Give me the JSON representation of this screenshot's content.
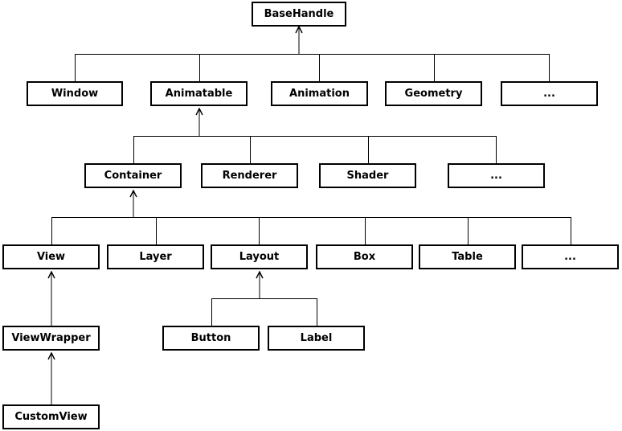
{
  "diagram": {
    "nodes": {
      "basehandle": "BaseHandle",
      "window": "Window",
      "animatable": "Animatable",
      "animation": "Animation",
      "geometry": "Geometry",
      "more_level1": "...",
      "container": "Container",
      "renderer": "Renderer",
      "shader": "Shader",
      "more_level2": "...",
      "view": "View",
      "layer": "Layer",
      "layout": "Layout",
      "box": "Box",
      "table": "Table",
      "more_level3": "...",
      "viewwrapper": "ViewWrapper",
      "button": "Button",
      "label": "Label",
      "customview": "CustomView"
    },
    "edges": [
      {
        "from": "window",
        "to": "basehandle"
      },
      {
        "from": "animatable",
        "to": "basehandle"
      },
      {
        "from": "animation",
        "to": "basehandle"
      },
      {
        "from": "geometry",
        "to": "basehandle"
      },
      {
        "from": "more_level1",
        "to": "basehandle"
      },
      {
        "from": "container",
        "to": "animatable"
      },
      {
        "from": "renderer",
        "to": "animatable"
      },
      {
        "from": "shader",
        "to": "animatable"
      },
      {
        "from": "more_level2",
        "to": "animatable"
      },
      {
        "from": "view",
        "to": "container"
      },
      {
        "from": "layer",
        "to": "container"
      },
      {
        "from": "layout",
        "to": "container"
      },
      {
        "from": "box",
        "to": "container"
      },
      {
        "from": "table",
        "to": "container"
      },
      {
        "from": "more_level3",
        "to": "container"
      },
      {
        "from": "viewwrapper",
        "to": "view"
      },
      {
        "from": "button",
        "to": "layout"
      },
      {
        "from": "label",
        "to": "layout"
      },
      {
        "from": "customview",
        "to": "viewwrapper"
      }
    ]
  },
  "colors": {
    "line": "#000000",
    "box_border": "#000000",
    "box_fill": "#ffffff",
    "text": "#000000"
  }
}
